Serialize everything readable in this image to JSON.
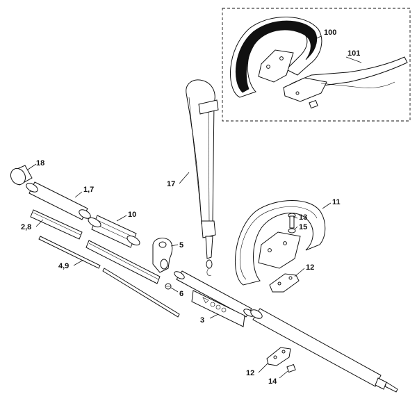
{
  "diagram": {
    "callouts": {
      "c100": "100",
      "c101": "101",
      "c17": "17",
      "c18": "18",
      "c17b": "1,7",
      "c10": "10",
      "c28": "2,8",
      "c5": "5",
      "c49": "4,9",
      "c6": "6",
      "c11": "11",
      "c13": "13",
      "c15": "15",
      "c12a": "12",
      "c3": "3",
      "c12b": "12",
      "c14": "14"
    }
  },
  "colors": {
    "ink": "#111111",
    "paper": "#ffffff"
  }
}
